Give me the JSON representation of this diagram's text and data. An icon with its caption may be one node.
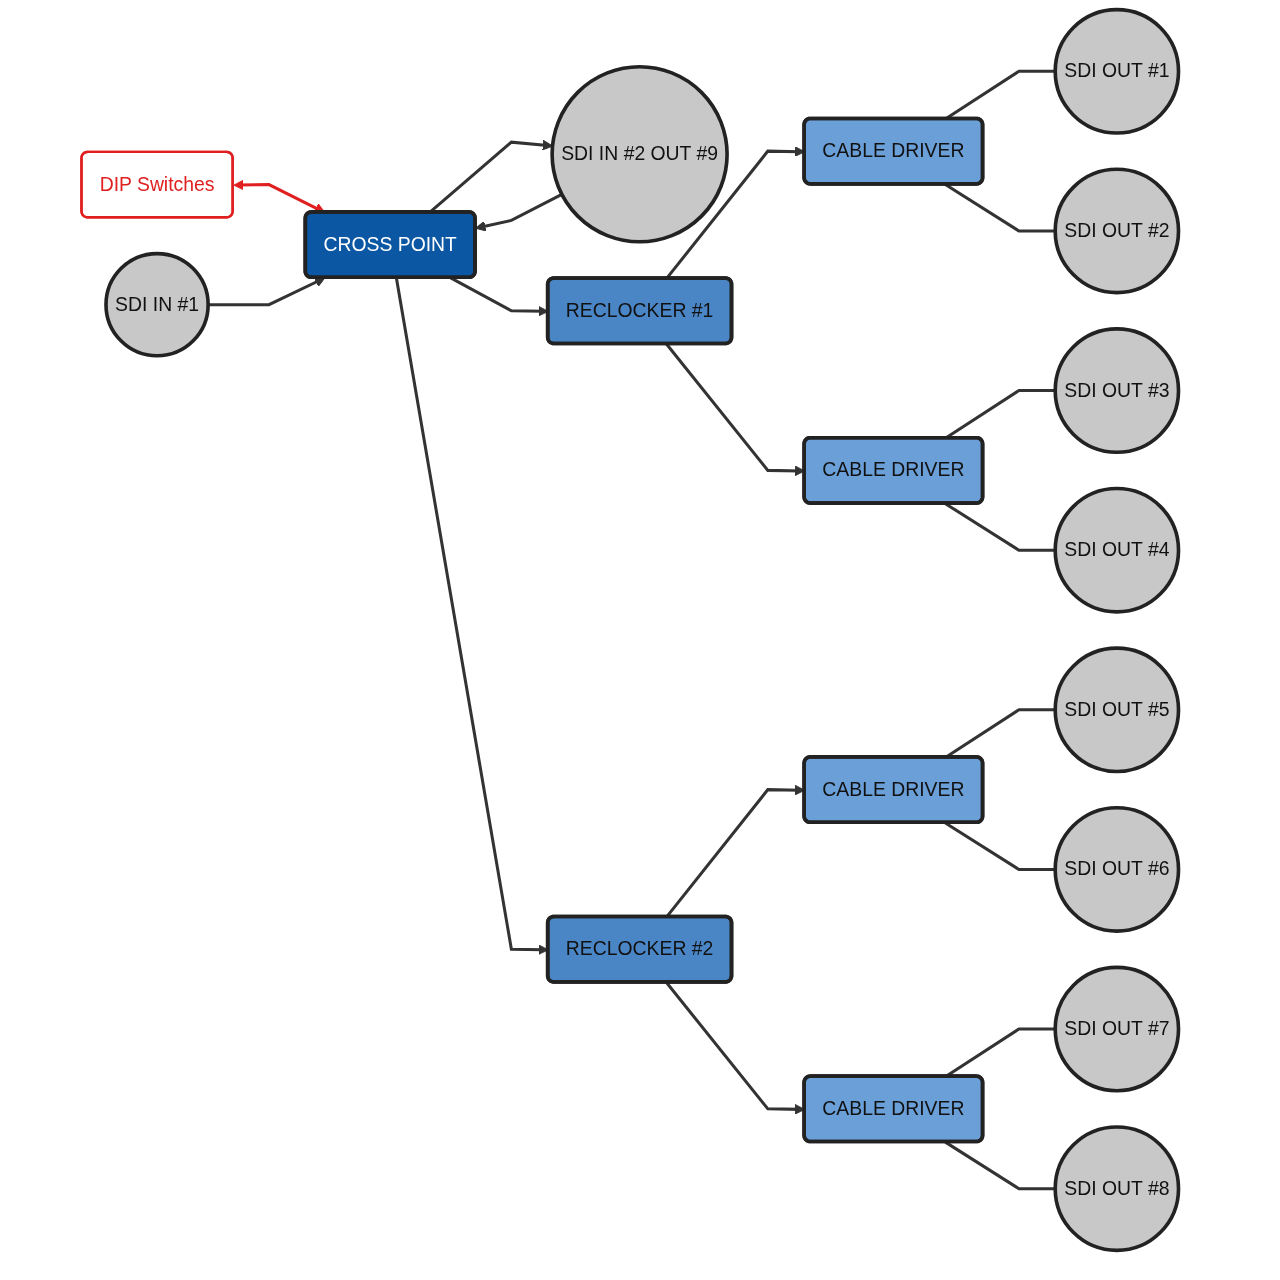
{
  "diagram": {
    "nodes": [
      {
        "text": [
          "DIP Switches"
        ]
      },
      {
        "text": [
          "SDI IN #1"
        ]
      },
      {
        "text": [
          "CROSS POINT"
        ]
      },
      {
        "text": [
          "SDI IN #2 OUT #9"
        ]
      },
      {
        "text": [
          "RECLOCKER #1"
        ]
      },
      {
        "text": [
          "RECLOCKER #2"
        ]
      },
      {
        "text": [
          "CABLE DRIVER"
        ]
      },
      {
        "text": [
          "CABLE DRIVER"
        ]
      },
      {
        "text": [
          "CABLE DRIVER"
        ]
      },
      {
        "text": [
          "CABLE DRIVER"
        ]
      },
      {
        "text": [
          "SDI OUT #1"
        ]
      },
      {
        "text": [
          "SDI OUT #2"
        ]
      },
      {
        "text": [
          "SDI OUT #3"
        ]
      },
      {
        "text": [
          "SDI OUT #4"
        ]
      },
      {
        "text": [
          "SDI OUT #5"
        ]
      },
      {
        "text": [
          "SDI OUT #6"
        ]
      },
      {
        "text": [
          "SDI OUT #7"
        ]
      },
      {
        "text": [
          "SDI OUT #8"
        ]
      }
    ],
    "edges": [
      {
        "from": 0,
        "to": 2,
        "arrow": "both",
        "color": "#e02020"
      },
      {
        "from": 1,
        "to": 2,
        "arrow": "to"
      },
      {
        "from": 3,
        "to": 2,
        "arrow": "to"
      },
      {
        "from": 2,
        "to": 3,
        "arrow": "to"
      },
      {
        "from": 2,
        "to": 4,
        "arrow": "to"
      },
      {
        "from": 2,
        "to": 5,
        "arrow": "to"
      },
      {
        "from": 4,
        "to": 6,
        "arrow": "to"
      },
      {
        "from": 4,
        "to": 7,
        "arrow": "to"
      },
      {
        "from": 5,
        "to": 8,
        "arrow": "to"
      },
      {
        "from": 5,
        "to": 9,
        "arrow": "to"
      },
      {
        "from": 6,
        "to": 10,
        "arrow": "none"
      },
      {
        "from": 6,
        "to": 11,
        "arrow": "none"
      },
      {
        "from": 7,
        "to": 12,
        "arrow": "none"
      },
      {
        "from": 7,
        "to": 13,
        "arrow": "none"
      },
      {
        "from": 8,
        "to": 14,
        "arrow": "none"
      },
      {
        "from": 8,
        "to": 15,
        "arrow": "none"
      },
      {
        "from": 9,
        "to": 16,
        "arrow": "none"
      },
      {
        "from": 9,
        "to": 17,
        "arrow": "none"
      }
    ]
  }
}
